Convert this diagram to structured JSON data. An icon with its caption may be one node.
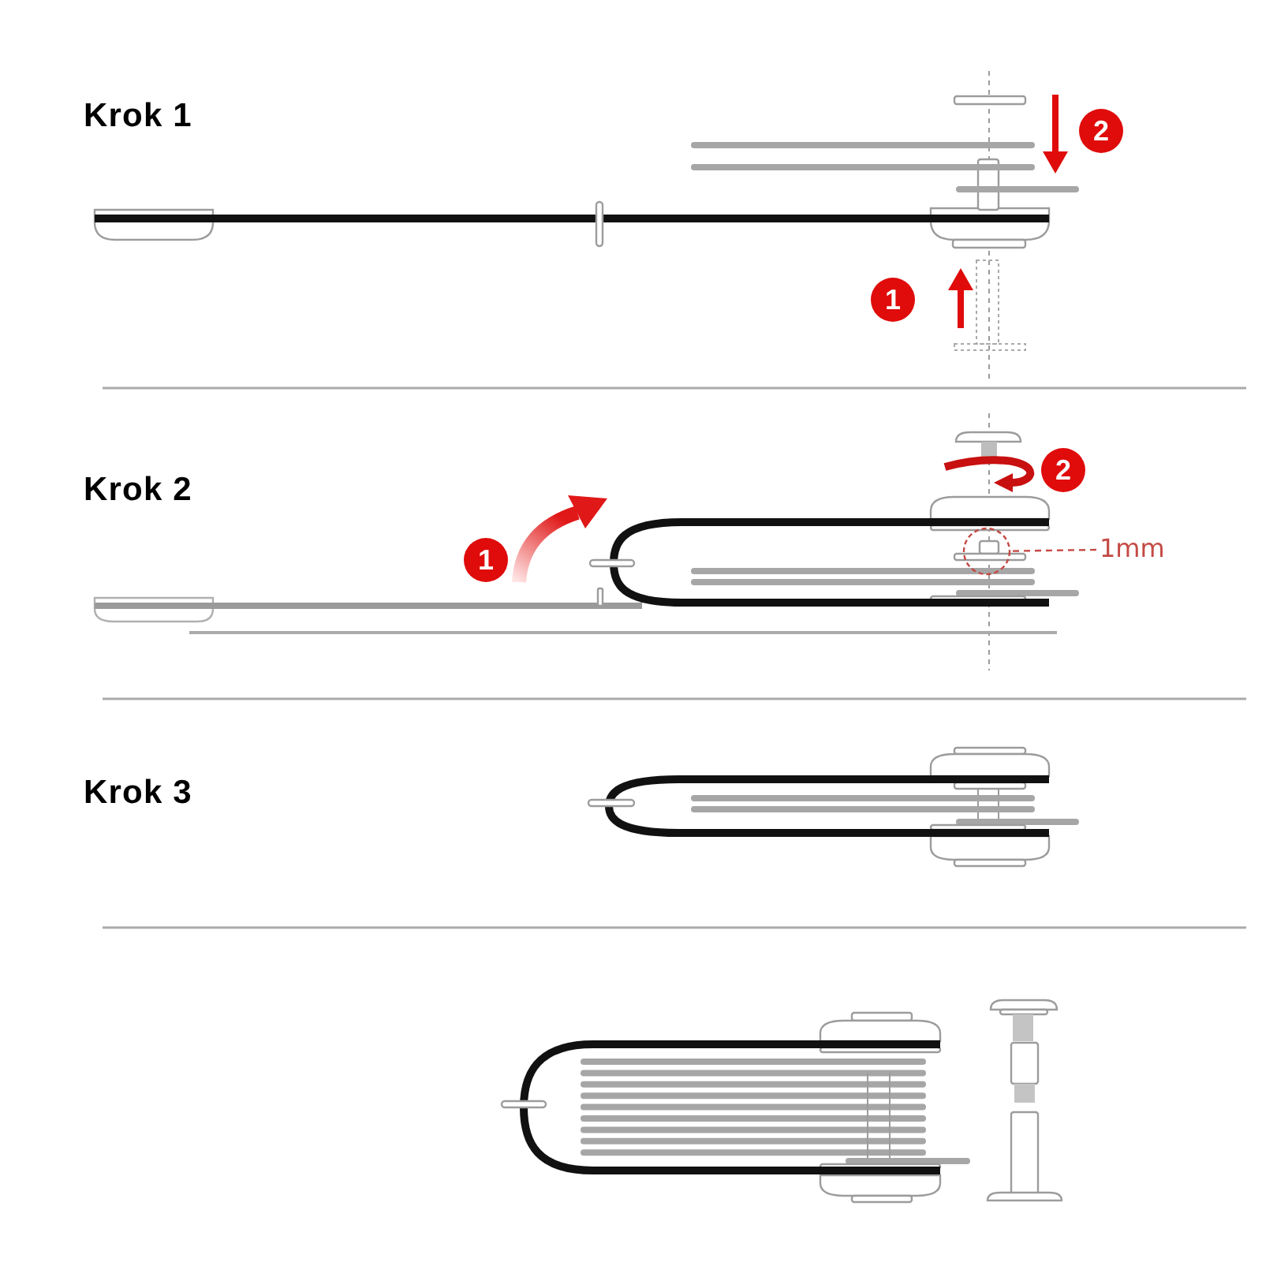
{
  "diagram": {
    "nodes": [
      {
        "text": [
          "1mm"
        ]
      },
      {
        "text": [],
        "shape": "circle"
      }
    ],
    "edges": [
      {
        "from": 0,
        "to": 1,
        "arrow": "none",
        "style": "dashed"
      }
    ],
    "labels": [
      "Krok 1",
      "2",
      "1",
      "Krok 2",
      "2",
      "1",
      "Krok 3"
    ]
  }
}
